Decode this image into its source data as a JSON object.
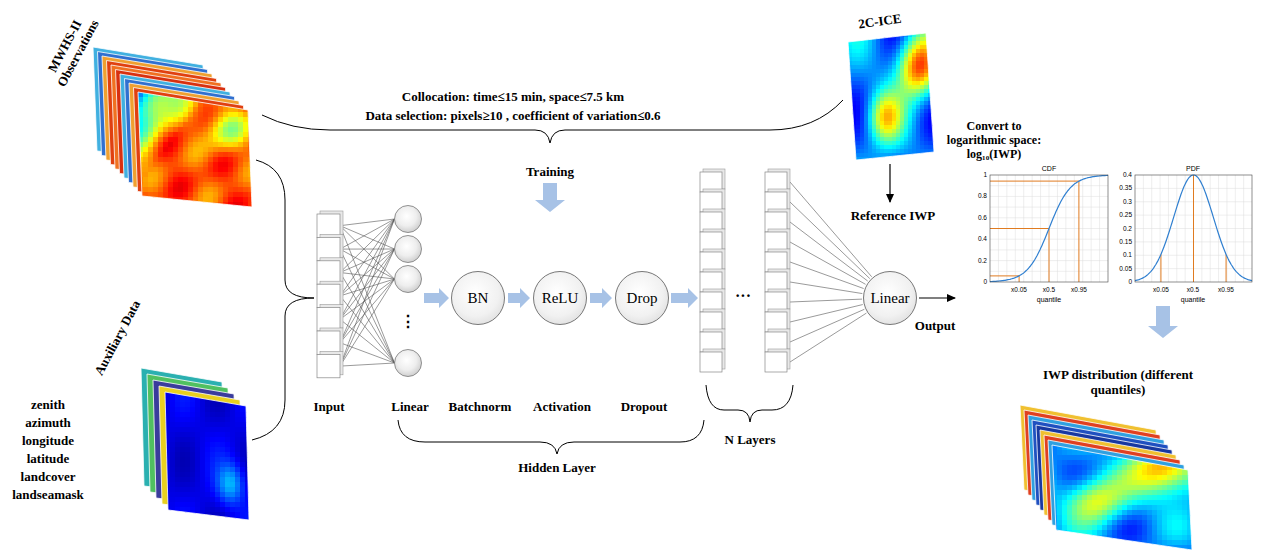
{
  "diagram": {
    "nodes": [
      {
        "text": [
          "BN"
        ]
      },
      {
        "text": [
          "ReLU"
        ]
      },
      {
        "text": [
          "Drop"
        ]
      },
      {
        "text": [
          "Linear"
        ]
      }
    ],
    "edges": [
      {
        "from": 0,
        "to": 1,
        "arrow": "to"
      },
      {
        "from": 1,
        "to": 2,
        "arrow": "to"
      }
    ],
    "labels": [
      "MWHS-II Observations",
      "Collocation: time≤15 min, space≤7.5 km",
      "Data selection: pixels≥10 , coefficient of variation≤0.6",
      "2C-ICE",
      "Training",
      "Convert to logarithmic space: log₁₀(IWP)",
      "Reference IWP",
      "CDF",
      "PDF",
      "1",
      "0.8",
      "0.6",
      "0.4",
      "0.2",
      "0",
      "x0.05",
      "x0.5",
      "x0.95",
      "quantile",
      "0.4",
      "0.35",
      "0.3",
      "0.25",
      "0.2",
      "0.15",
      "0.1",
      "0.05",
      "0",
      "x0.05",
      "x0.5",
      "x0.95",
      "quantile",
      "⋮",
      "···",
      "Input",
      "Linear",
      "Batchnorm",
      "Activation",
      "Dropout",
      "Output",
      "N Layers",
      "Hidden Layer",
      "Auxiliary Data",
      "zenith",
      "azimuth",
      "longitude",
      "latitude",
      "landcover",
      "landseamask",
      "IWP distribution (different quantiles)"
    ]
  }
}
